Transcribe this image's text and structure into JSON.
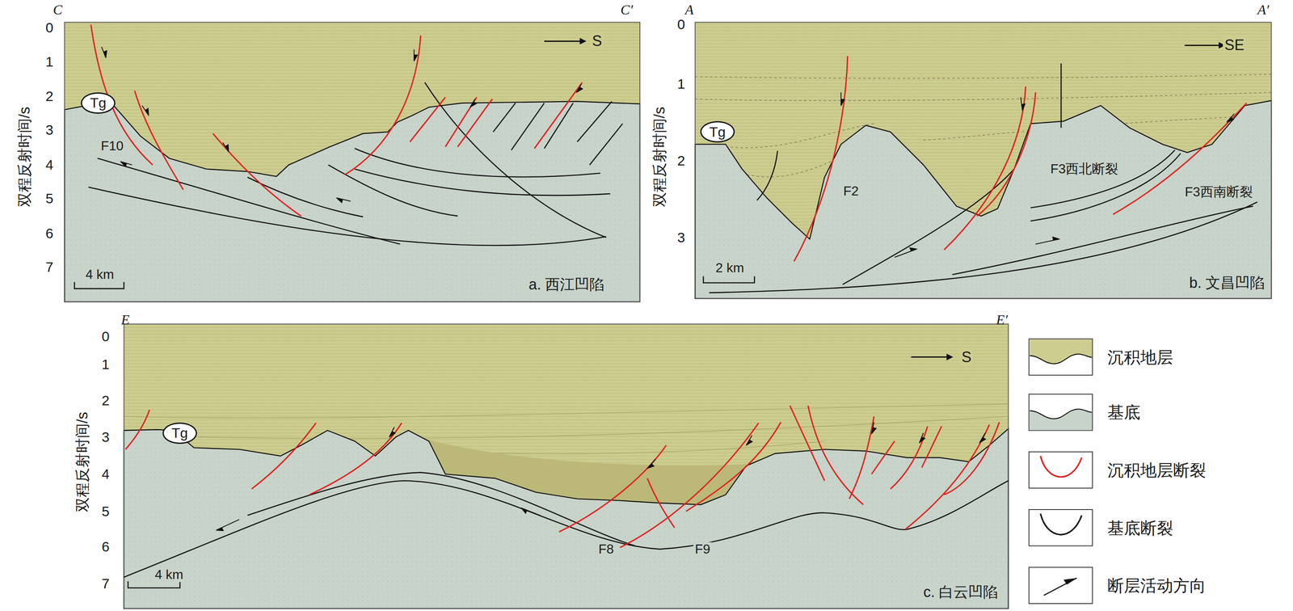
{
  "diagram": {
    "nodes": [
      {
        "text": [
          "Tg"
        ]
      },
      {
        "text": [
          "Tg"
        ]
      },
      {
        "text": [
          "Tg"
        ]
      }
    ],
    "labels": [
      "C",
      "C′",
      "S",
      "F10",
      "4 km",
      "a. 西江凹陷",
      "0",
      "1",
      "2",
      "3",
      "4",
      "5",
      "6",
      "7",
      "双程反射时间/s",
      "A",
      "A′",
      "SE",
      "F2",
      "F3西北断裂",
      "F3西南断裂",
      "2 km",
      "b. 文昌凹陷",
      "0",
      "1",
      "2",
      "3",
      "双程反射时间/s",
      "E",
      "E′",
      "S",
      "F8",
      "F9",
      "4 km",
      "c. 白云凹陷",
      "0",
      "1",
      "2",
      "3",
      "4",
      "5",
      "6",
      "7",
      "双程反射时间/s"
    ],
    "legend": [
      {
        "text": "沉积地层",
        "color": "#cdcd8f"
      },
      {
        "text": "基底",
        "color": "#c8d3ca"
      },
      {
        "text": "沉积地层断裂"
      },
      {
        "text": "基底断裂"
      },
      {
        "text": "断层活动方向"
      }
    ]
  }
}
